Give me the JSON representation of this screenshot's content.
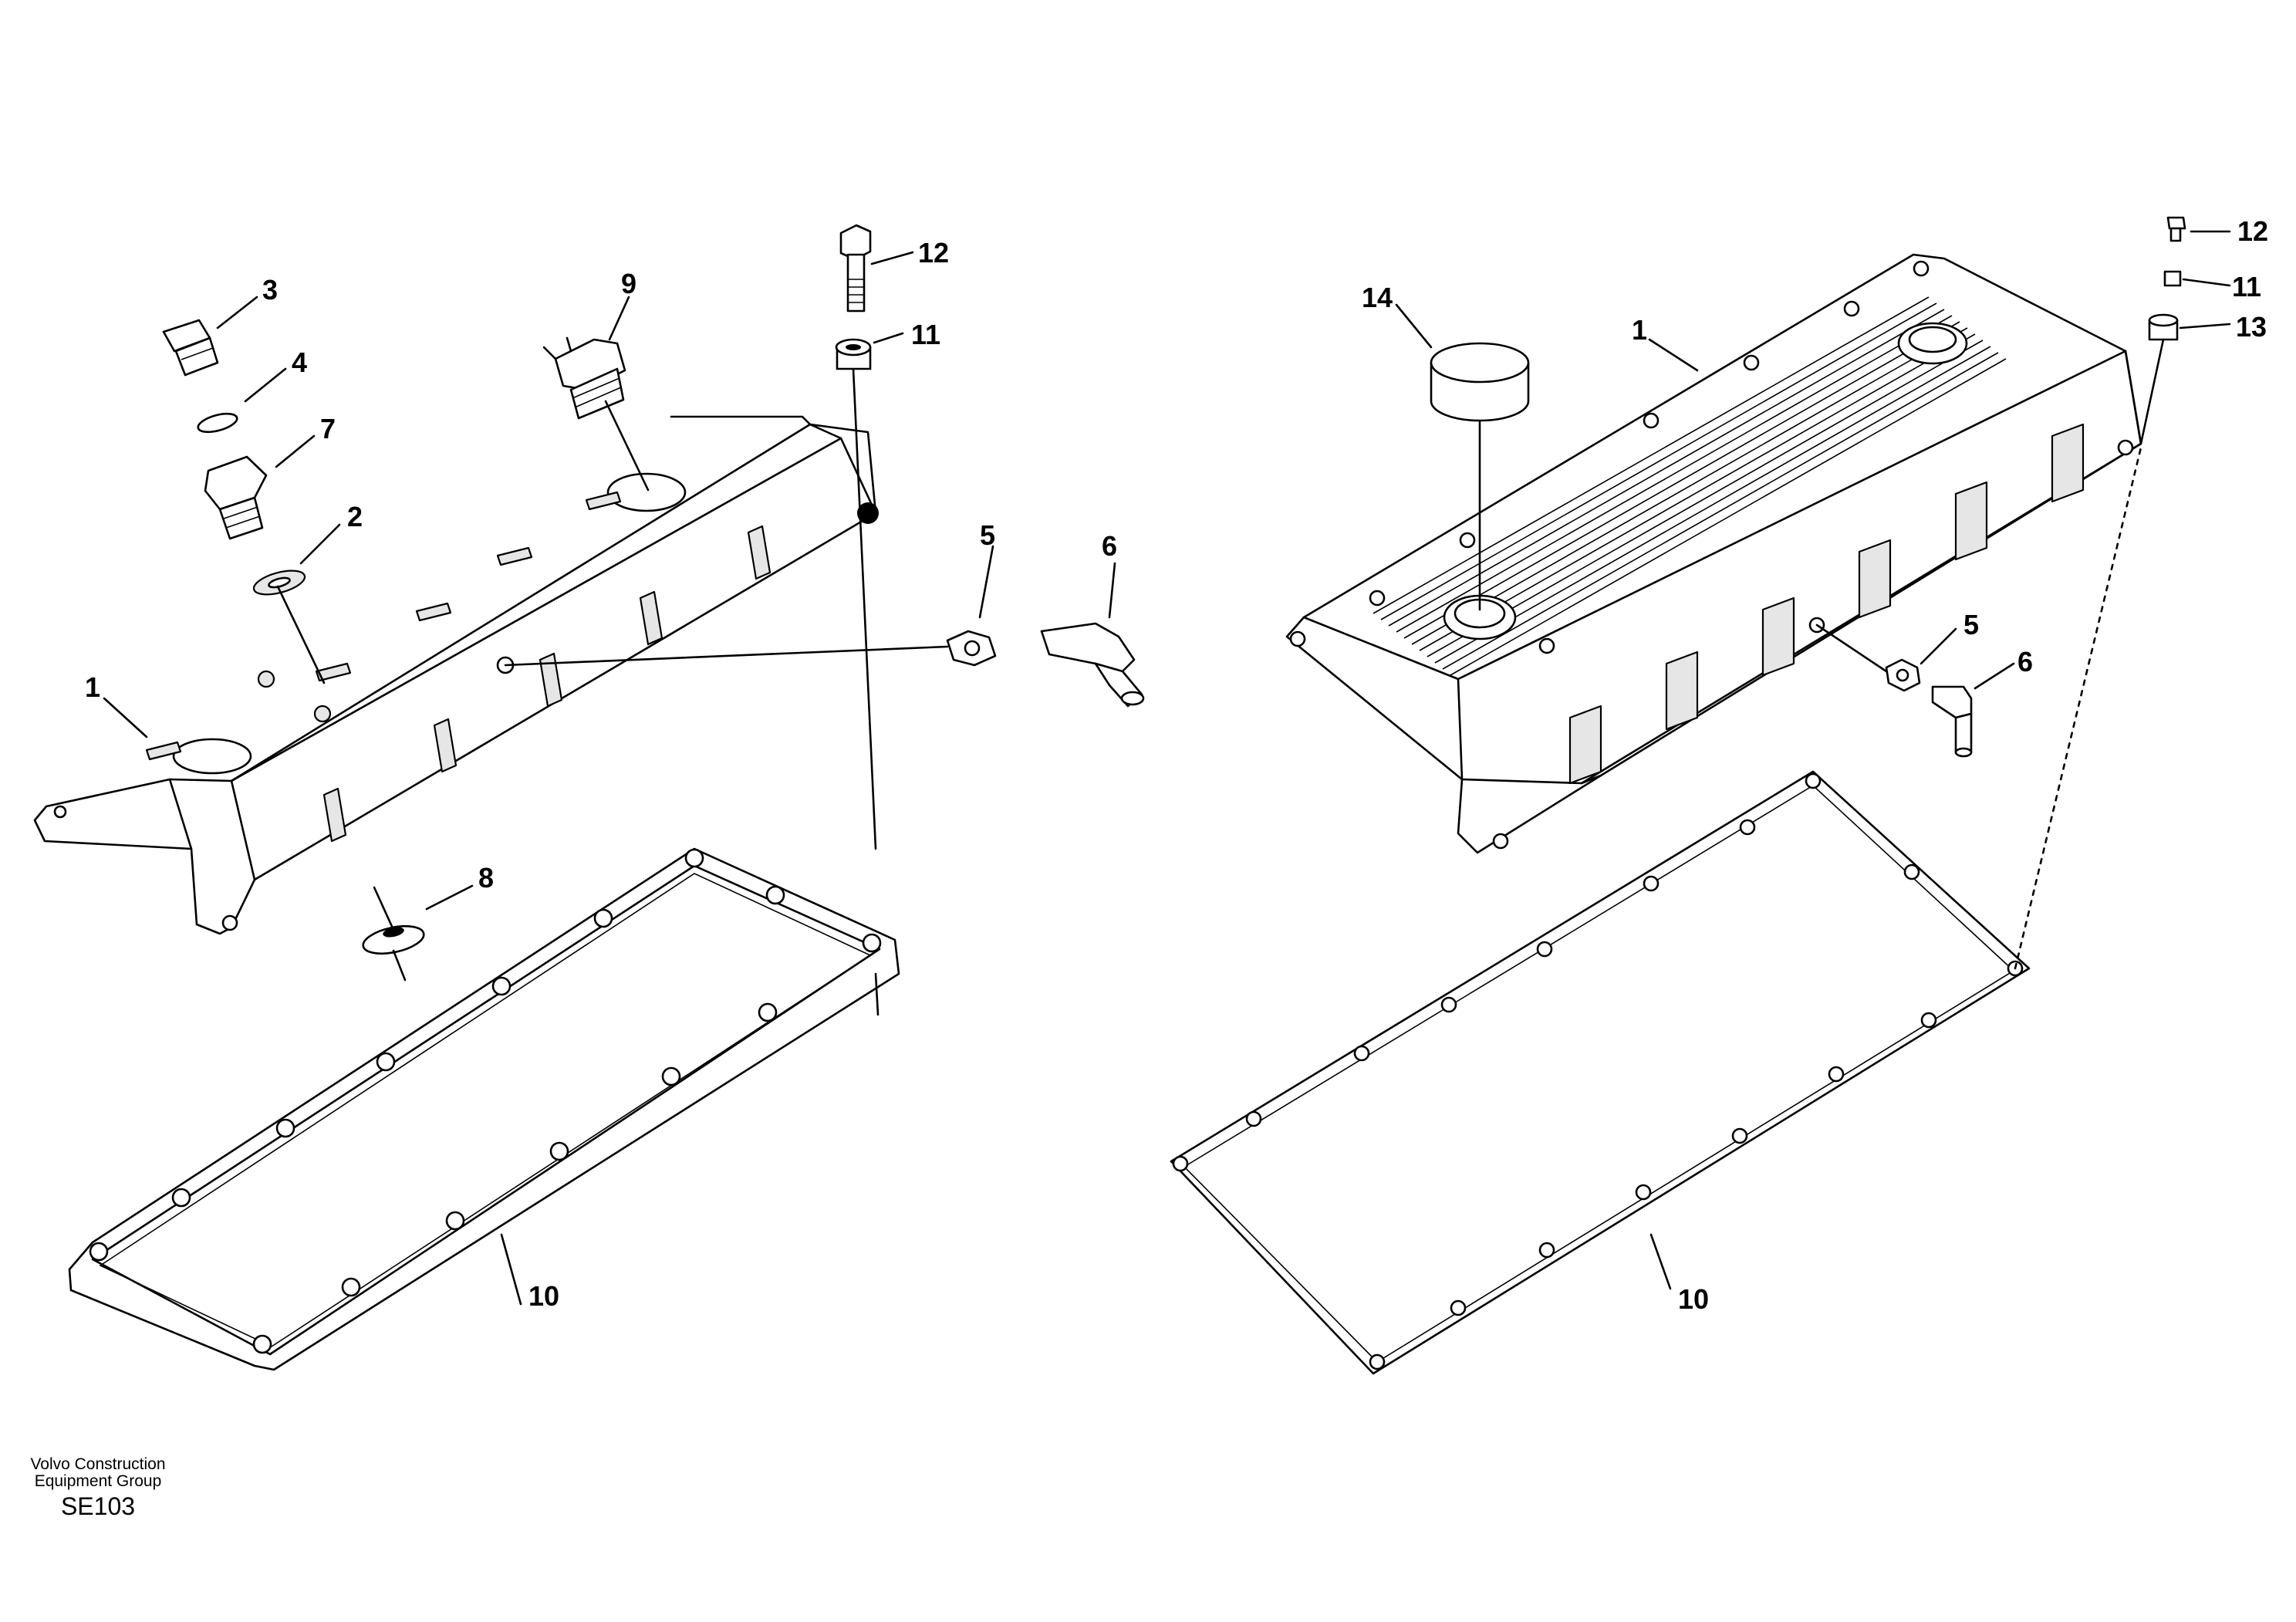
{
  "diagram": {
    "left_view": {
      "callouts": [
        {
          "id": "l1",
          "text": "1"
        },
        {
          "id": "l2",
          "text": "2"
        },
        {
          "id": "l3",
          "text": "3"
        },
        {
          "id": "l4",
          "text": "4"
        },
        {
          "id": "l5",
          "text": "5"
        },
        {
          "id": "l6",
          "text": "6"
        },
        {
          "id": "l7",
          "text": "7"
        },
        {
          "id": "l8",
          "text": "8"
        },
        {
          "id": "l9",
          "text": "9"
        },
        {
          "id": "l10",
          "text": "10"
        },
        {
          "id": "l11",
          "text": "11"
        },
        {
          "id": "l12",
          "text": "12"
        }
      ]
    },
    "right_view": {
      "callouts": [
        {
          "id": "r1",
          "text": "1"
        },
        {
          "id": "r5",
          "text": "5"
        },
        {
          "id": "r6",
          "text": "6"
        },
        {
          "id": "r10",
          "text": "10"
        },
        {
          "id": "r11",
          "text": "11"
        },
        {
          "id": "r12",
          "text": "12"
        },
        {
          "id": "r13",
          "text": "13"
        },
        {
          "id": "r14",
          "text": "14"
        }
      ]
    }
  },
  "footer": {
    "company_line1": "Volvo Construction",
    "company_line2": "Equipment Group",
    "code": "SE103"
  }
}
